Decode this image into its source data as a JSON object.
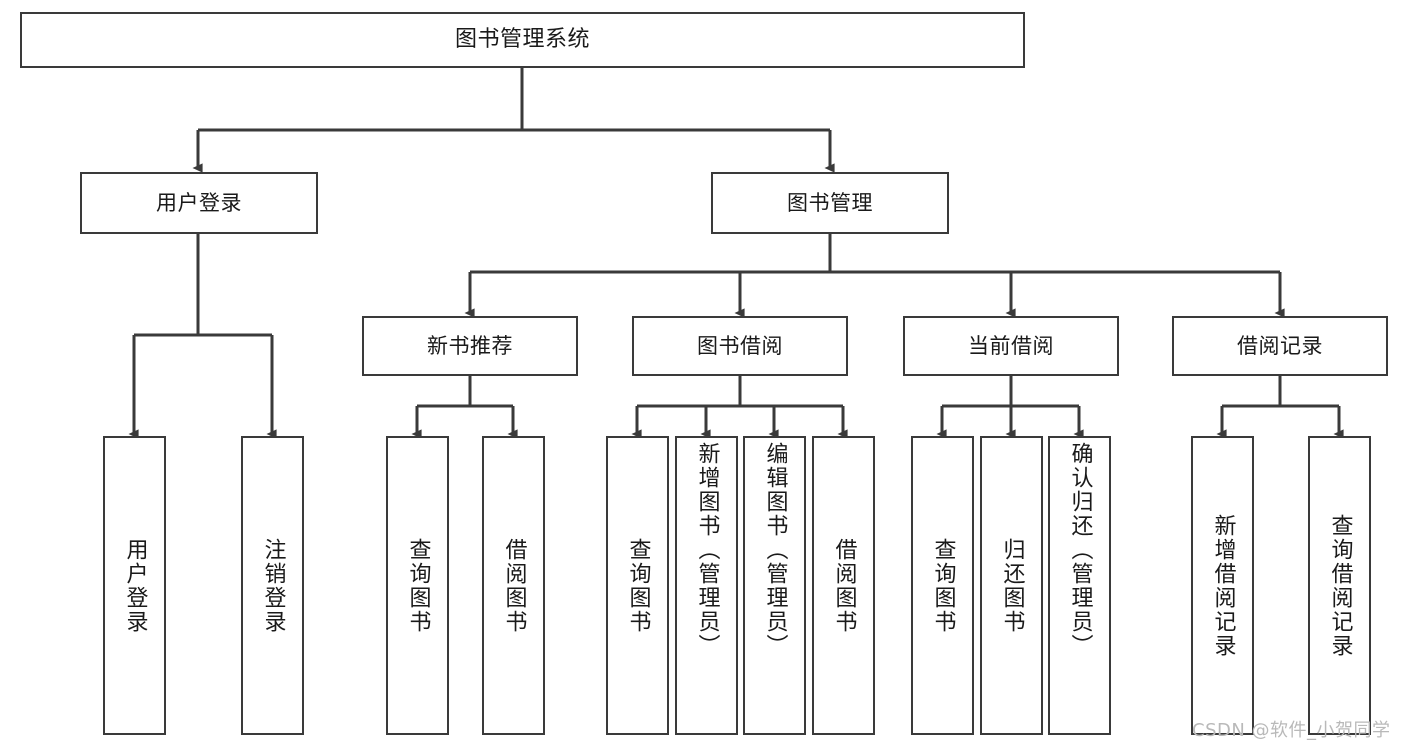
{
  "diagram": {
    "title": "图书管理系统",
    "type": "功能结构图",
    "stroke_color": "#3a3a3a",
    "background_color": "#ffffff",
    "text_color": "#1a1a1a"
  },
  "watermark": {
    "text": "CSDN @软件_小贺同学",
    "color": "#b9b9b9"
  },
  "nodes": {
    "root": {
      "label": "图书管理系统"
    },
    "level2": [
      {
        "id": "user-login",
        "label": "用户登录"
      },
      {
        "id": "book-management",
        "label": "图书管理"
      }
    ],
    "level3": [
      {
        "id": "new-book-recommend",
        "label": "新书推荐"
      },
      {
        "id": "book-borrow",
        "label": "图书借阅"
      },
      {
        "id": "current-borrow",
        "label": "当前借阅"
      },
      {
        "id": "borrow-record",
        "label": "借阅记录"
      }
    ],
    "leaves": {
      "user_login": [
        {
          "id": "leaf-user-login",
          "label": "用户登录"
        },
        {
          "id": "leaf-user-logout",
          "label": "注销登录"
        }
      ],
      "new_book_recommend": [
        {
          "id": "leaf-query-book-1",
          "label": "查询图书"
        },
        {
          "id": "leaf-borrow-book-1",
          "label": "借阅图书"
        }
      ],
      "book_borrow": [
        {
          "id": "leaf-query-book-2",
          "label": "查询图书"
        },
        {
          "id": "leaf-add-book",
          "label": "新增图书（管理员）"
        },
        {
          "id": "leaf-edit-book",
          "label": "编辑图书（管理员）"
        },
        {
          "id": "leaf-borrow-book-2",
          "label": "借阅图书"
        }
      ],
      "current_borrow": [
        {
          "id": "leaf-query-book-3",
          "label": "查询图书"
        },
        {
          "id": "leaf-return-book",
          "label": "归还图书"
        },
        {
          "id": "leaf-confirm-return",
          "label": "确认归还（管理员）"
        }
      ],
      "borrow_record": [
        {
          "id": "leaf-add-record",
          "label": "新增借阅记录"
        },
        {
          "id": "leaf-query-record",
          "label": "查询借阅记录"
        }
      ]
    }
  }
}
